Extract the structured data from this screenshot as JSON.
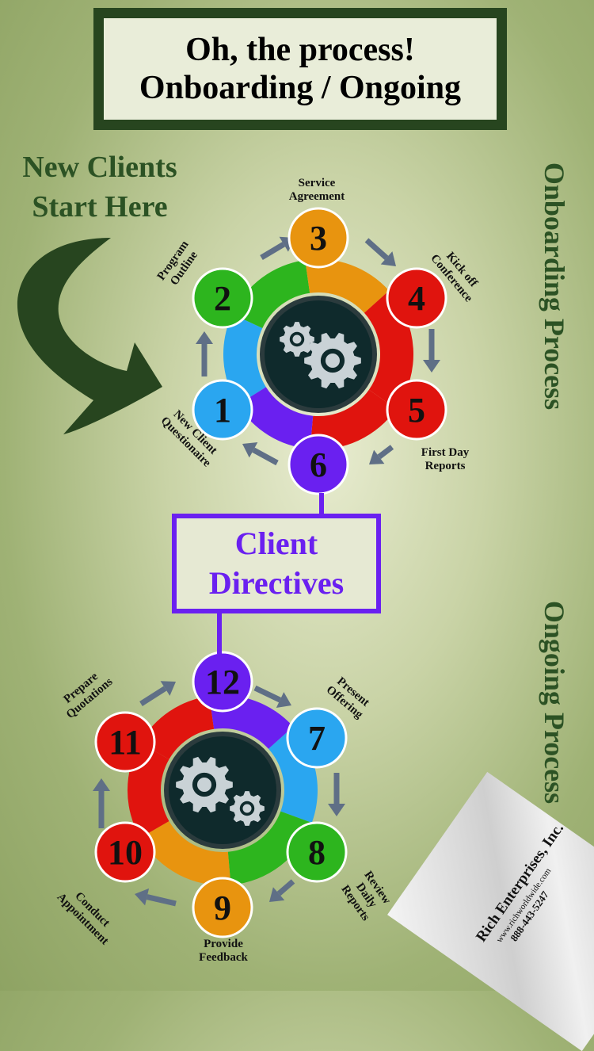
{
  "title": {
    "line1": "Oh, the process!",
    "line2": "Onboarding / Ongoing"
  },
  "start_here": {
    "line1": "New Clients",
    "line2": "Start Here"
  },
  "side_labels": {
    "onboarding": "Onboarding Process",
    "ongoing": "Ongoing Process"
  },
  "directives": {
    "line1": "Client",
    "line2": "Directives"
  },
  "colors": {
    "blue": "#2aa6f0",
    "green": "#2db51e",
    "orange": "#e8940f",
    "red": "#e0140e",
    "purple": "#6a20f0",
    "dark_green": "#27451f",
    "hub": "#0f2a2c",
    "arrow": "#5f6f86"
  },
  "onboarding_steps": [
    {
      "number": "1",
      "color": "blue",
      "label": [
        "New Client",
        "Questionaire"
      ]
    },
    {
      "number": "2",
      "color": "green",
      "label": [
        "Program",
        "Outline"
      ]
    },
    {
      "number": "3",
      "color": "orange",
      "label": [
        "Service",
        "Agreement"
      ]
    },
    {
      "number": "4",
      "color": "red",
      "label": [
        "Kick off",
        "Conference"
      ]
    },
    {
      "number": "5",
      "color": "red",
      "label": [
        "First Day",
        "Reports"
      ]
    },
    {
      "number": "6",
      "color": "purple",
      "label": []
    }
  ],
  "ongoing_steps": [
    {
      "number": "7",
      "color": "blue",
      "label": [
        "Present",
        "Offering"
      ]
    },
    {
      "number": "8",
      "color": "green",
      "label": [
        "Review",
        "Daily",
        "Reports"
      ]
    },
    {
      "number": "9",
      "color": "orange",
      "label": [
        "Provide",
        "Feedback"
      ]
    },
    {
      "number": "10",
      "color": "red",
      "label": [
        "Conduct",
        "Appointment"
      ]
    },
    {
      "number": "11",
      "color": "red",
      "label": [
        "Prepare",
        "Quotations"
      ]
    },
    {
      "number": "12",
      "color": "purple",
      "label": []
    }
  ],
  "hub_icon": "gears-icon",
  "logo": {
    "company": "Rich Enterprises, Inc.",
    "url": "www.richworldwide.com",
    "phone": "888-443-5247"
  }
}
